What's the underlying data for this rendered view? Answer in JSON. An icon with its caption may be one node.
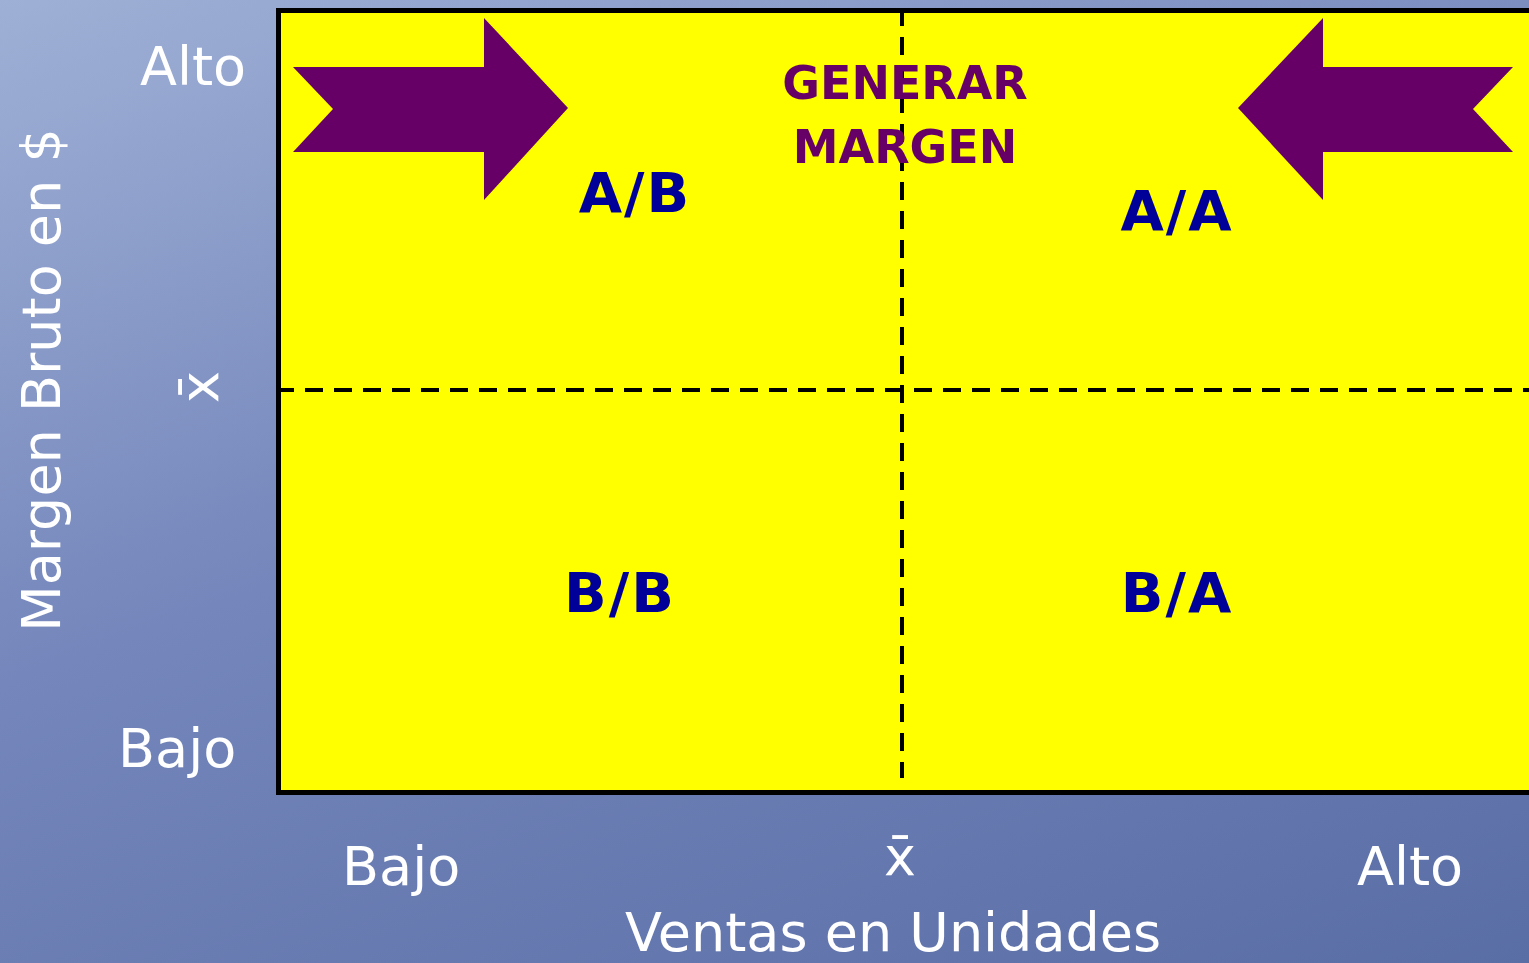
{
  "diagram": {
    "nodes": [
      {
        "text": [],
        "shape": "box"
      },
      {
        "text": [
          "GENERAR MARGEN"
        ],
        "in": 0
      },
      {
        "text": [
          "A/B"
        ],
        "in": 0
      },
      {
        "text": [
          "A/A"
        ],
        "in": 0
      },
      {
        "text": [
          "B/B"
        ],
        "in": 0
      },
      {
        "text": [
          "B/A"
        ],
        "in": 0
      }
    ],
    "labels": [
      "Alto",
      "x̄",
      "Bajo",
      "Bajo",
      "x̄",
      "Alto",
      "Ventas en Unidades",
      "Margen Bruto en $"
    ]
  }
}
